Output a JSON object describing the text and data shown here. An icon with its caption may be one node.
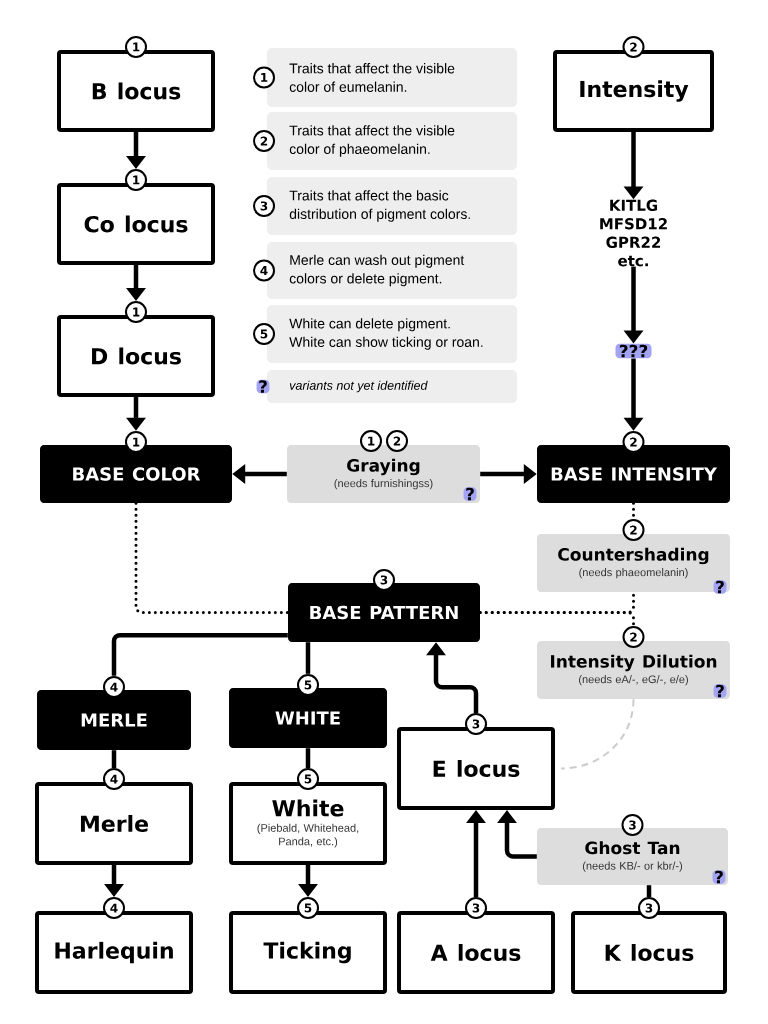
{
  "diagram": {
    "nodes": [
      {
        "text": [
          "B locus"
        ],
        "beside": [
          "1"
        ]
      },
      {
        "text": [
          "Intensity"
        ],
        "beside": [
          "2"
        ]
      },
      {
        "text": [
          "Co locus"
        ],
        "beside": [
          "1"
        ]
      },
      {
        "text": [
          "KITLG MFSD12 GPR22 etc."
        ]
      },
      {
        "text": [
          "D locus"
        ],
        "beside": [
          "1"
        ]
      },
      {
        "text": [
          "???"
        ]
      },
      {
        "text": [
          "BASE COLOR"
        ],
        "beside": [
          "1"
        ]
      },
      {
        "text": [
          "Graying",
          "(needs furnishingss)",
          "?"
        ],
        "beside": [
          "1",
          "2"
        ]
      },
      {
        "text": [
          "BASE INTENSITY"
        ],
        "beside": [
          "2"
        ]
      },
      {
        "text": [
          "Countershading",
          "(needs phaeomelanin)",
          "?"
        ],
        "beside": [
          "2"
        ]
      },
      {
        "text": [
          "BASE PATTERN"
        ],
        "beside": [
          "3"
        ]
      },
      {
        "text": [
          "Intensity Dilution",
          "(needs eA/-, eG/-, e/e)",
          "?"
        ],
        "beside": [
          "2"
        ]
      },
      {
        "text": [
          "MERLE"
        ],
        "beside": [
          "4"
        ]
      },
      {
        "text": [
          "WHITE"
        ],
        "beside": [
          "5"
        ]
      },
      {
        "text": [
          "E locus"
        ],
        "beside": [
          "3"
        ]
      },
      {
        "text": [
          "Merle"
        ],
        "beside": [
          "4"
        ]
      },
      {
        "text": [
          "White",
          "(Piebald, Whitehead, Panda, etc.)"
        ],
        "beside": [
          "5"
        ]
      },
      {
        "text": [
          "Ghost Tan",
          "(needs KB/- or kbr/-)",
          "?"
        ],
        "beside": [
          "3"
        ]
      },
      {
        "text": [
          "Harlequin"
        ],
        "beside": [
          "4"
        ]
      },
      {
        "text": [
          "Ticking"
        ],
        "beside": [
          "5"
        ]
      },
      {
        "text": [
          "A locus"
        ],
        "beside": [
          "3"
        ]
      },
      {
        "text": [
          "K locus"
        ],
        "beside": [
          "3"
        ]
      }
    ],
    "edges": [
      {
        "from": 0,
        "to": 2,
        "arrow": "to"
      },
      {
        "from": 2,
        "to": 4,
        "arrow": "to"
      },
      {
        "from": 4,
        "to": 6,
        "arrow": "to"
      },
      {
        "from": 1,
        "to": 3,
        "arrow": "to"
      },
      {
        "from": 3,
        "to": 5,
        "arrow": "to"
      },
      {
        "from": 5,
        "to": 8,
        "arrow": "to"
      },
      {
        "from": 7,
        "to": 6,
        "arrow": "to"
      },
      {
        "from": 7,
        "to": 8,
        "arrow": "to"
      },
      {
        "from": 6,
        "to": 10,
        "arrow": "none",
        "style": "dashed"
      },
      {
        "from": 8,
        "to": 9,
        "arrow": "none",
        "style": "dashed"
      },
      {
        "from": 10,
        "to": 9,
        "arrow": "none",
        "style": "dashed"
      },
      {
        "from": 10,
        "to": 11,
        "arrow": "none",
        "style": "dashed"
      },
      {
        "from": 10,
        "to": 12,
        "arrow": "none"
      },
      {
        "from": 10,
        "to": 13,
        "arrow": "none"
      },
      {
        "from": 14,
        "to": 10,
        "arrow": "to"
      },
      {
        "from": 11,
        "to": 14,
        "arrow": "none",
        "style": "dashed",
        "color": "#cccccc"
      },
      {
        "from": 12,
        "to": 15,
        "arrow": "none"
      },
      {
        "from": 13,
        "to": 16,
        "arrow": "none"
      },
      {
        "from": 15,
        "to": 18,
        "arrow": "to"
      },
      {
        "from": 16,
        "to": 19,
        "arrow": "to"
      },
      {
        "from": 20,
        "to": 14,
        "arrow": "to"
      },
      {
        "from": 17,
        "to": 14,
        "arrow": "to"
      },
      {
        "from": 17,
        "to": 21,
        "arrow": "none"
      }
    ],
    "labels": [
      "1",
      "2",
      "3",
      "4",
      "5",
      "?"
    ],
    "legend": [
      {
        "text": "Traits that affect the visible color of eumelanin."
      },
      {
        "text": "Traits that affect the visible color of phaeomelanin."
      },
      {
        "text": "Traits that affect the basic distribution of pigment colors."
      },
      {
        "text": "Merle can wash out pigment colors or delete pigment."
      },
      {
        "text": "White can delete pigment. White can show ticking or roan."
      },
      {
        "text": "variants not yet identified"
      }
    ]
  }
}
